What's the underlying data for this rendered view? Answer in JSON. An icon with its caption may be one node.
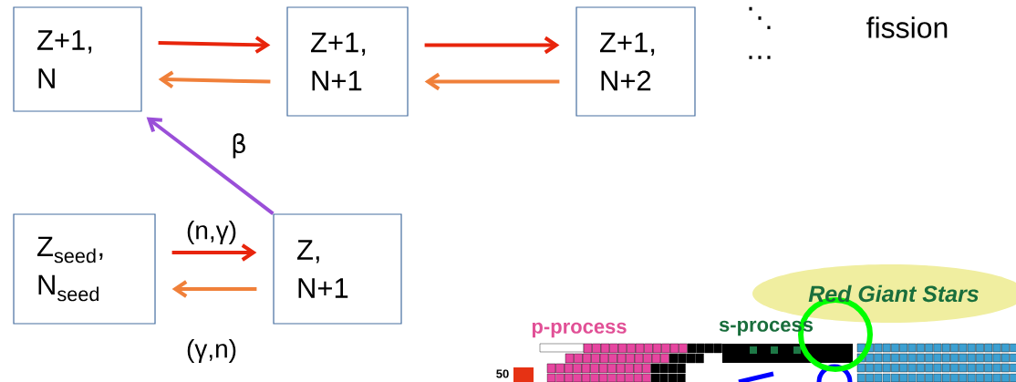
{
  "diagram": {
    "nodes": [
      {
        "text": [
          "Z+1, N"
        ]
      },
      {
        "text": [
          "Z+1, N+1"
        ]
      },
      {
        "text": [
          "Z+1, N+2"
        ]
      },
      {
        "text": [
          "Z$_{seed}$, N$_{seed}$"
        ]
      },
      {
        "text": [
          "Z, N+1"
        ]
      }
    ],
    "edges": [
      {
        "from": 0,
        "to": 1,
        "arrow": "to",
        "color": "#e8250c"
      },
      {
        "from": 1,
        "to": 0,
        "arrow": "to",
        "color": "#f0803a"
      },
      {
        "from": 1,
        "to": 2,
        "arrow": "to",
        "color": "#e8250c"
      },
      {
        "from": 2,
        "to": 1,
        "arrow": "to",
        "color": "#f0803a"
      },
      {
        "from": 4,
        "to": 0,
        "arrow": "to",
        "label": "β",
        "color": "#9a4fd8"
      },
      {
        "from": 3,
        "to": 4,
        "arrow": "to",
        "label": "(n,γ)",
        "color": "#e8250c"
      },
      {
        "from": 4,
        "to": 3,
        "arrow": "to",
        "label": "(γ,n)",
        "color": "#f0803a"
      }
    ],
    "labels": [
      "⋱",
      "fission",
      "…",
      "Red Giant Stars",
      "p-process",
      "s-process",
      "50"
    ]
  }
}
